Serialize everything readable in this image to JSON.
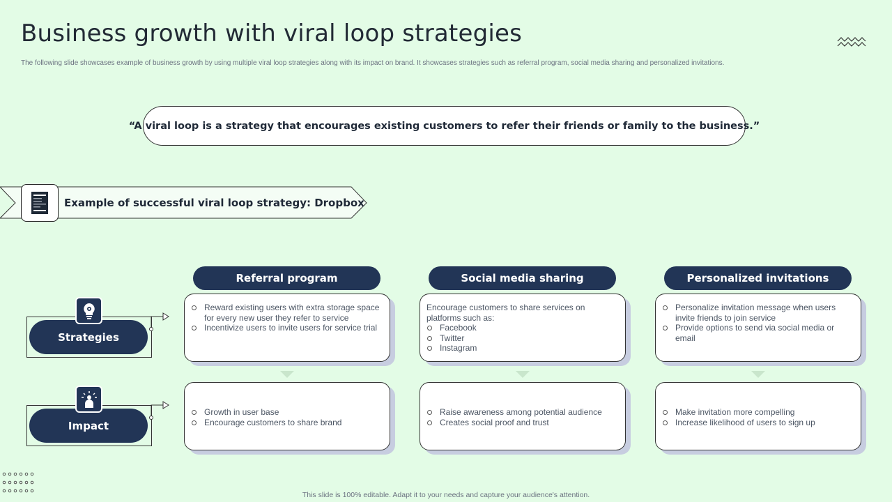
{
  "slide": {
    "title": "Business growth with viral loop strategies",
    "subtitle": "The following slide showcases example of business growth by using multiple viral loop strategies along with its impact on brand. It showcases strategies such as referral program, social media sharing and personalized invitations.",
    "quote": "“A viral loop is a strategy that encourages existing customers to refer their friends or family to the business.”",
    "banner_text": "Example of successful viral loop strategy: Dropbox",
    "footer": "This slide is 100% editable. Adapt it to your needs and capture your audience's attention."
  },
  "rows": [
    {
      "label": "Strategies",
      "icon": "lightbulb-gear-icon"
    },
    {
      "label": "Impact",
      "icon": "idea-person-icon"
    }
  ],
  "columns": [
    {
      "header": "Referral program",
      "strategies": {
        "intro": "",
        "items": [
          "Reward existing users with extra storage space for every new user they refer to service",
          "Incentivize users to invite users for service trial"
        ]
      },
      "impact": {
        "items": [
          "Growth in user base",
          "Encourage customers to share brand"
        ]
      }
    },
    {
      "header": "Social media sharing",
      "strategies": {
        "intro": "Encourage customers to share services on platforms such as:",
        "items": [
          "Facebook",
          "Twitter",
          "Instagram"
        ]
      },
      "impact": {
        "items": [
          "Raise awareness among potential audience",
          "Creates social proof and trust"
        ]
      }
    },
    {
      "header": "Personalized invitations",
      "strategies": {
        "intro": "",
        "items": [
          "Personalize invitation message when users invite friends to join service",
          "Provide options to send via social media or email"
        ]
      },
      "impact": {
        "items": [
          "Make invitation more compelling",
          "Increase likelihood of users to sign up"
        ]
      }
    }
  ],
  "icons": {
    "banner": "document-icon",
    "top_right": "wave-icon",
    "bottom_left": "dots-grid-icon"
  },
  "colors": {
    "background": "#e3fce6",
    "navy": "#223556",
    "card_shadow": "#c7cde0"
  }
}
